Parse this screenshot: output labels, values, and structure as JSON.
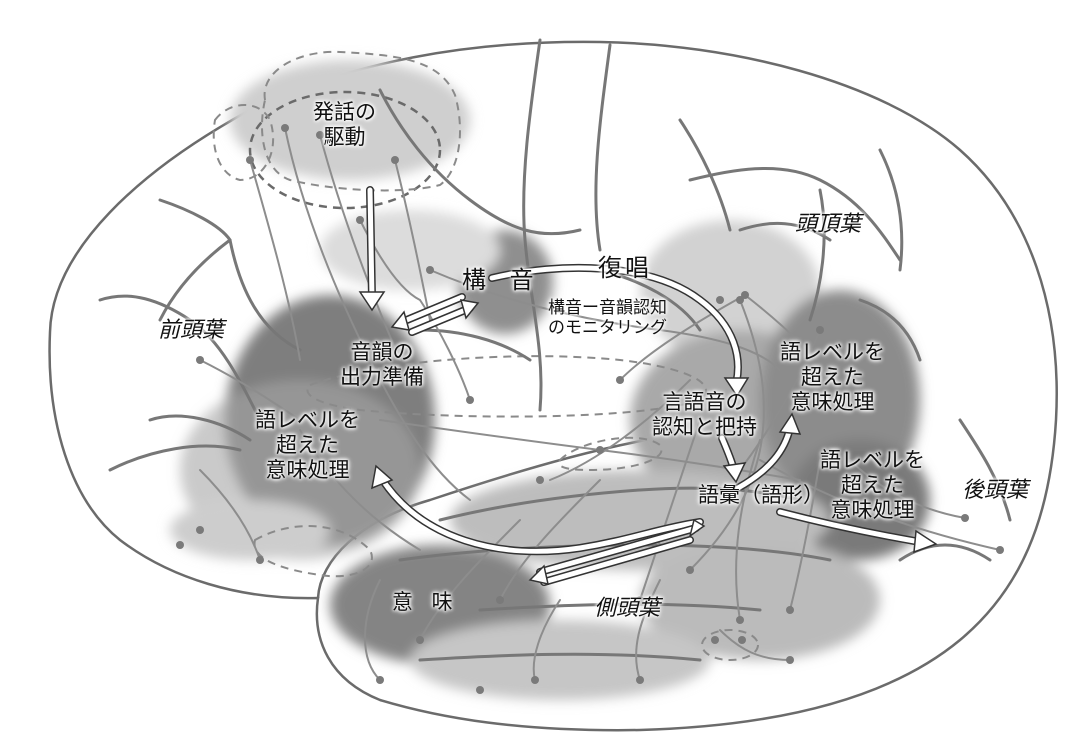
{
  "lobes": {
    "frontal": "前頭葉",
    "parietal": "頭頂葉",
    "occipital": "後頭葉",
    "temporal": "側頭葉"
  },
  "functions": {
    "speech_drive": [
      "発話の",
      "駆動"
    ],
    "articulation": "構 音",
    "repetition": "復唱",
    "monitoring": [
      "構音ー音韻認知",
      "のモニタリング"
    ],
    "phonological_output": [
      "音韻の",
      "出力準備"
    ],
    "frontal_semantics": [
      "語レベルを",
      "超えた",
      "意味処理"
    ],
    "speech_recognition": [
      "言語音の",
      "認知と把持"
    ],
    "parietal_semantics": [
      "語レベルを",
      "超えた",
      "意味処理"
    ],
    "lexicon": "語彙（語形）",
    "occipital_semantics": [
      "語レベルを",
      "超えた",
      "意味処理"
    ],
    "meaning": "意 味"
  }
}
